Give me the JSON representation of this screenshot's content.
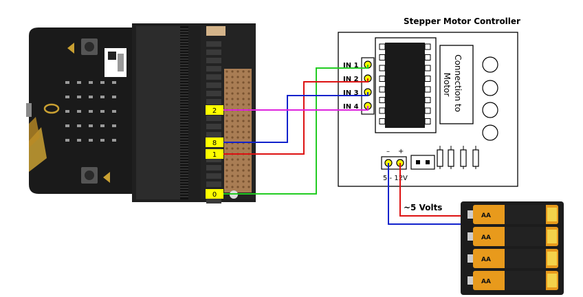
{
  "controller": {
    "title": "Stepper Motor Controller",
    "inputs": [
      "IN 1",
      "IN 2",
      "IN 3",
      "IN 4"
    ],
    "motor_label": "Connection to Motor",
    "power_minus": "–",
    "power_plus": "+",
    "voltage_range": "5 - 12V"
  },
  "battery": {
    "label": "~5 Volts",
    "cell_label": "AA"
  },
  "breakout": {
    "pins": [
      "2",
      "8",
      "1",
      "0"
    ]
  },
  "wires": [
    {
      "from": "0",
      "to": "IN 1",
      "color": "#22cc22"
    },
    {
      "from": "1",
      "to": "IN 2",
      "color": "#dd1111"
    },
    {
      "from": "8",
      "to": "IN 3",
      "color": "#1122cc"
    },
    {
      "from": "2",
      "to": "IN 4",
      "color": "#dd22dd"
    },
    {
      "from": "battery +",
      "to": "+",
      "color": "#dd1111"
    },
    {
      "from": "battery -",
      "to": "–",
      "color": "#1122cc"
    }
  ],
  "colors": {
    "pin_label_bg": "#ffff00",
    "battery_body": "#e89a1c",
    "board_black": "#1a1a1a",
    "board_gold": "#c9a032"
  }
}
